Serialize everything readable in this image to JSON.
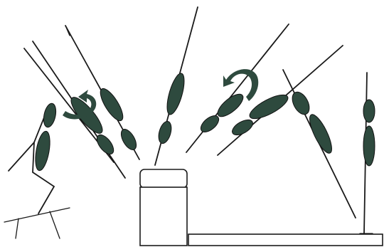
{
  "colors": {
    "segment": "#2e4a3e",
    "line": "#1a1a1a",
    "background": "#ffffff"
  },
  "figure": {
    "poses": [
      {
        "name": "standing-start"
      },
      {
        "name": "early-tilt"
      },
      {
        "name": "mid-tilt-a"
      },
      {
        "name": "mid-tilt-b"
      },
      {
        "name": "vertical-on-box"
      },
      {
        "name": "rotating-a"
      },
      {
        "name": "rotating-b"
      },
      {
        "name": "landing-tilt"
      },
      {
        "name": "final-upright"
      }
    ],
    "rotation_arrows": 2,
    "objects": [
      "plinth",
      "low-platform",
      "springboard"
    ]
  }
}
